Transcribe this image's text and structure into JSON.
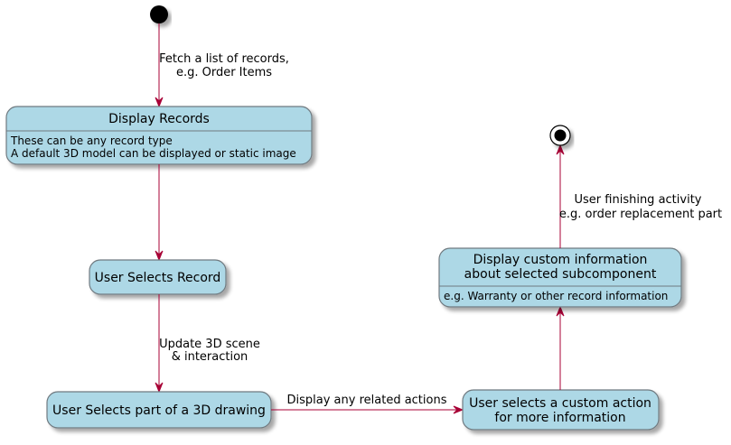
{
  "states": {
    "display_records": {
      "title": "Display Records",
      "desc_1": "These can be any record type",
      "desc_2": "A default 3D model can be displayed or static image"
    },
    "user_selects_record": {
      "title": "User Selects Record"
    },
    "user_selects_part": {
      "title": "User Selects part of a 3D drawing"
    },
    "custom_action": {
      "title_1": "User selects a custom action",
      "title_2": "for more information"
    },
    "display_custom": {
      "title_1": "Display custom information",
      "title_2": "about selected subcomponent",
      "desc_1": "e.g. Warranty or other record information"
    }
  },
  "edges": {
    "start_to_records": {
      "line_1": "Fetch a list of records,",
      "line_2": "e.g. Order Items"
    },
    "record_to_part": {
      "line_1": "Update 3D scene",
      "line_2": "& interaction"
    },
    "part_to_action": {
      "line_1": "Display any related actions"
    },
    "custom_to_end": {
      "line_1": "User finishing activity",
      "line_2": "e.g. order replacement part"
    }
  },
  "colors": {
    "state_fill": "#ADD8E6",
    "state_border": "#707A80",
    "edge": "#A80036",
    "node": "#000000"
  }
}
